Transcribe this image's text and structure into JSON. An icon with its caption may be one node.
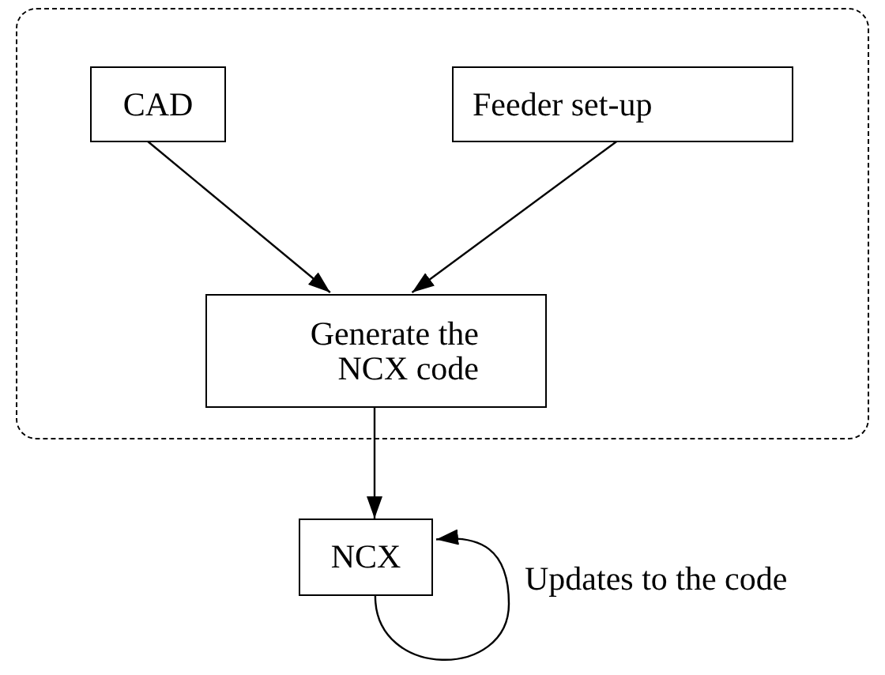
{
  "diagram": {
    "nodes": [
      {
        "text": [],
        "shape": "box"
      },
      {
        "text": [
          "CAD"
        ],
        "in": 0
      },
      {
        "text": [
          "Feeder set-up"
        ],
        "in": 0
      },
      {
        "text": [
          "Generate the NCX code"
        ],
        "in": 0
      },
      {
        "text": [
          "NCX"
        ]
      }
    ],
    "edges": [
      {
        "from": 1,
        "to": 3,
        "arrow": "to"
      },
      {
        "from": 2,
        "to": 3,
        "arrow": "to"
      },
      {
        "from": 3,
        "to": 4,
        "arrow": "to"
      },
      {
        "from": 4,
        "to": 4,
        "arrow": "to",
        "label": "Updates to the code"
      }
    ]
  }
}
